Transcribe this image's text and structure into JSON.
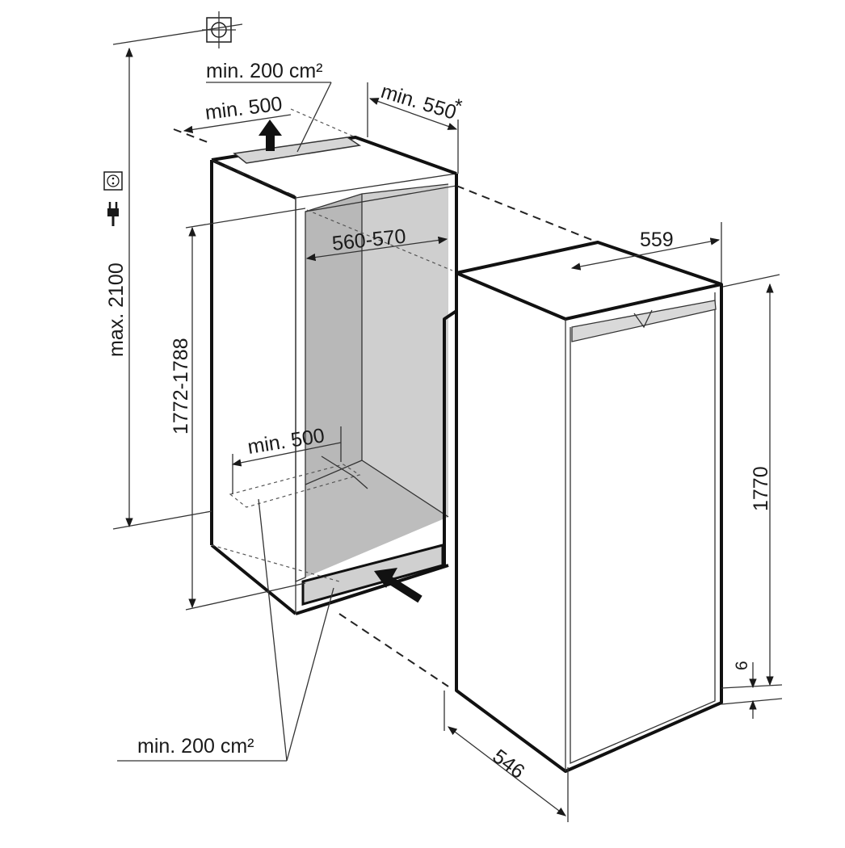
{
  "colors": {
    "line": "#1a1a1a",
    "cavity_wall": "#b8b8b8",
    "cavity_back": "#cfcfcf",
    "vent": "#d6d6d6",
    "background": "#ffffff"
  },
  "icons": [
    "plumb-crosshair-icon",
    "power-plug-icon",
    "power-socket-icon",
    "airflow-arrow-up-icon",
    "airflow-arrow-in-icon"
  ],
  "labels": {
    "top_vent_area": "min. 200 cm²",
    "top_depth": "min. 500",
    "niche_depth": "min. 550",
    "niche_depth_note": "*",
    "max_height": "max. 2100",
    "niche_width": "560-570",
    "niche_height": "1772-1788",
    "floor_depth": "min. 500",
    "appliance_width": "559",
    "appliance_height": "1770",
    "base_gap": "6",
    "appliance_depth": "546",
    "bottom_vent_area": "min. 200 cm²"
  }
}
